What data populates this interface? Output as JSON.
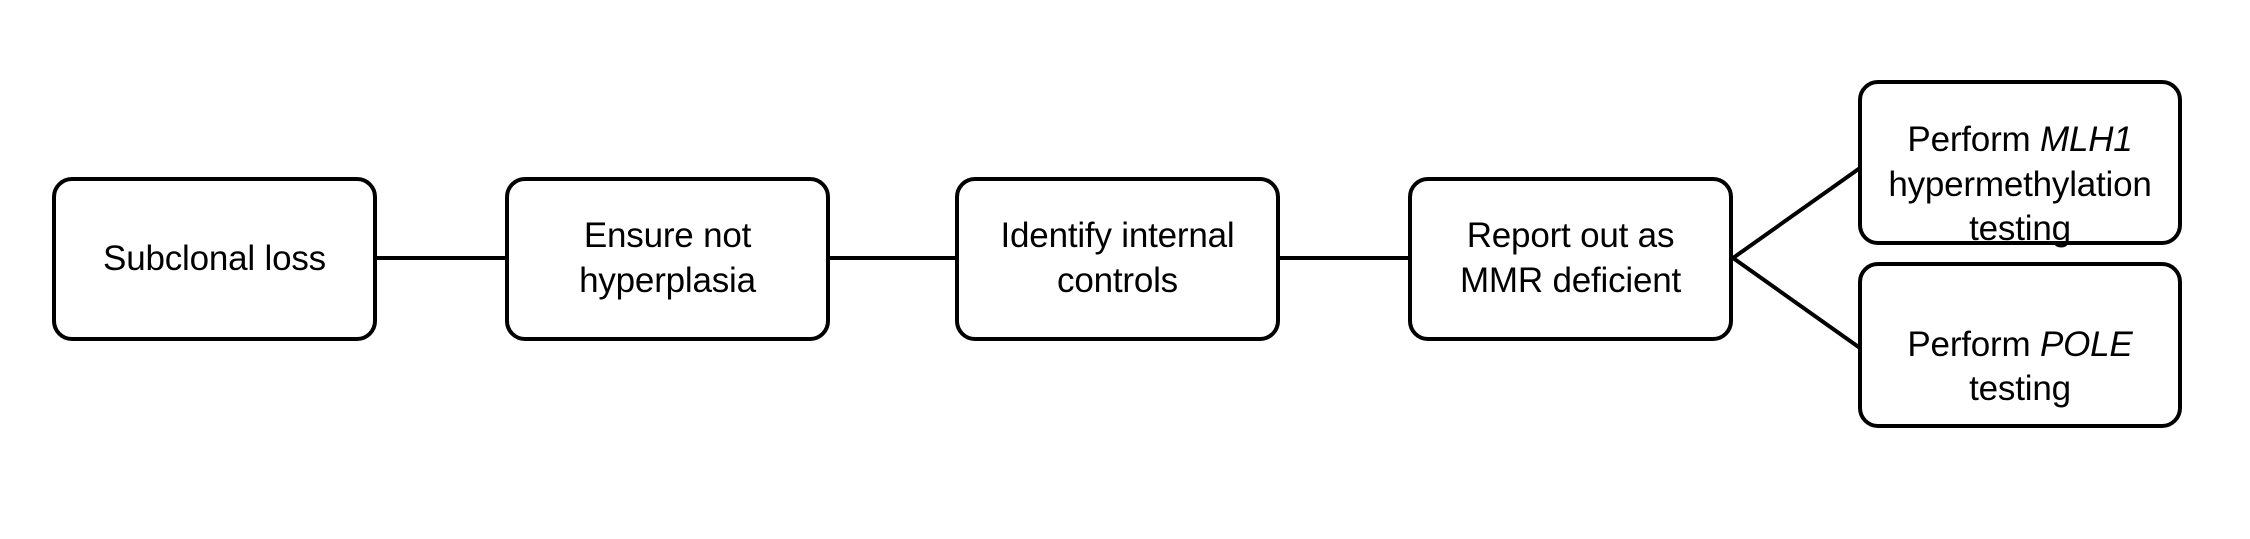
{
  "diagram": {
    "title": "MMR deficiency reporting workflow",
    "background_color": "#ffffff",
    "stroke_color": "#000000",
    "text_color": "#000000",
    "nodes": [
      {
        "id": "subclonal-loss",
        "label": "Subclonal loss",
        "lines": [
          "Subclonal loss"
        ],
        "italic_terms": []
      },
      {
        "id": "ensure-not-hyperplasia",
        "label": "Ensure not hyperplasia",
        "lines": [
          "Ensure not",
          "hyperplasia"
        ],
        "italic_terms": []
      },
      {
        "id": "identify-internal-controls",
        "label": "Identify internal controls",
        "lines": [
          "Identify internal",
          "controls"
        ],
        "italic_terms": []
      },
      {
        "id": "report-mmr-deficient",
        "label": "Report out as MMR deficient",
        "lines": [
          "Report out as",
          "MMR deficient"
        ],
        "italic_terms": []
      },
      {
        "id": "mlh1-hypermethylation",
        "label": "Perform MLH1 hypermethylation testing",
        "prefix": "Perform ",
        "gene": "MLH1",
        "suffix": " hypermethylation testing",
        "italic_terms": [
          "MLH1"
        ]
      },
      {
        "id": "pole-testing",
        "label": "Perform POLE testing",
        "prefix": "Perform ",
        "gene": "POLE",
        "suffix": " testing",
        "italic_terms": [
          "POLE"
        ]
      }
    ],
    "edges": [
      {
        "id": "edge-1",
        "from": "subclonal-loss",
        "to": "ensure-not-hyperplasia",
        "kind": "straight"
      },
      {
        "id": "edge-2",
        "from": "ensure-not-hyperplasia",
        "to": "identify-internal-controls",
        "kind": "straight"
      },
      {
        "id": "edge-3",
        "from": "identify-internal-controls",
        "to": "report-mmr-deficient",
        "kind": "straight"
      },
      {
        "id": "edge-4",
        "from": "report-mmr-deficient",
        "to": "mlh1-hypermethylation",
        "kind": "branch-up"
      },
      {
        "id": "edge-5",
        "from": "report-mmr-deficient",
        "to": "pole-testing",
        "kind": "branch-down"
      }
    ]
  }
}
